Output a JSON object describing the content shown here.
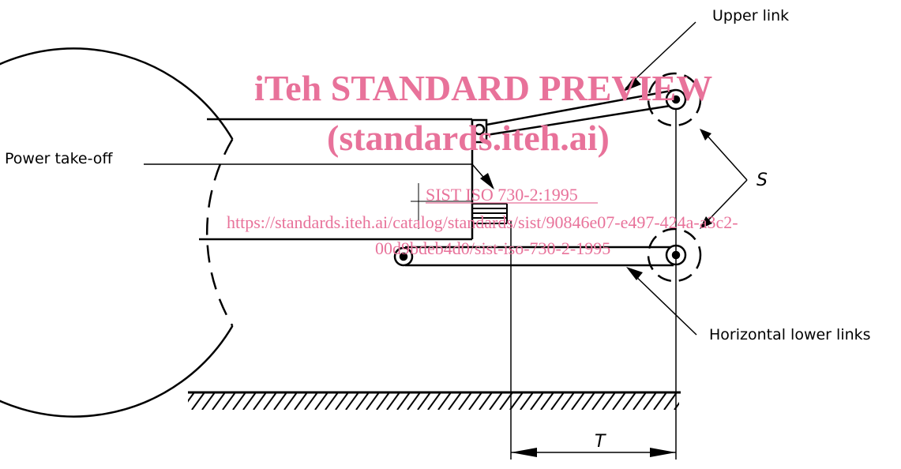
{
  "labels": {
    "upper_link": "Upper link",
    "power_take_off": "Power take-off",
    "dimension_s": "S",
    "horizontal_lower_links": "Horizontal lower links",
    "dimension_t": "T"
  },
  "watermark": {
    "title": "iTeh STANDARD PREVIEW",
    "subtitle": "(standards.iteh.ai)",
    "standard_ref": "SIST ISO 730-2:1995",
    "url_line1": "https://standards.iteh.ai/catalog/standards/sist/90846e07-e497-424a-a3c2-",
    "url_line2": "00d9bdeb4d0/sist-iso-730-2-1995"
  },
  "colors": {
    "line": "#000000",
    "watermark": "#e8729a"
  }
}
